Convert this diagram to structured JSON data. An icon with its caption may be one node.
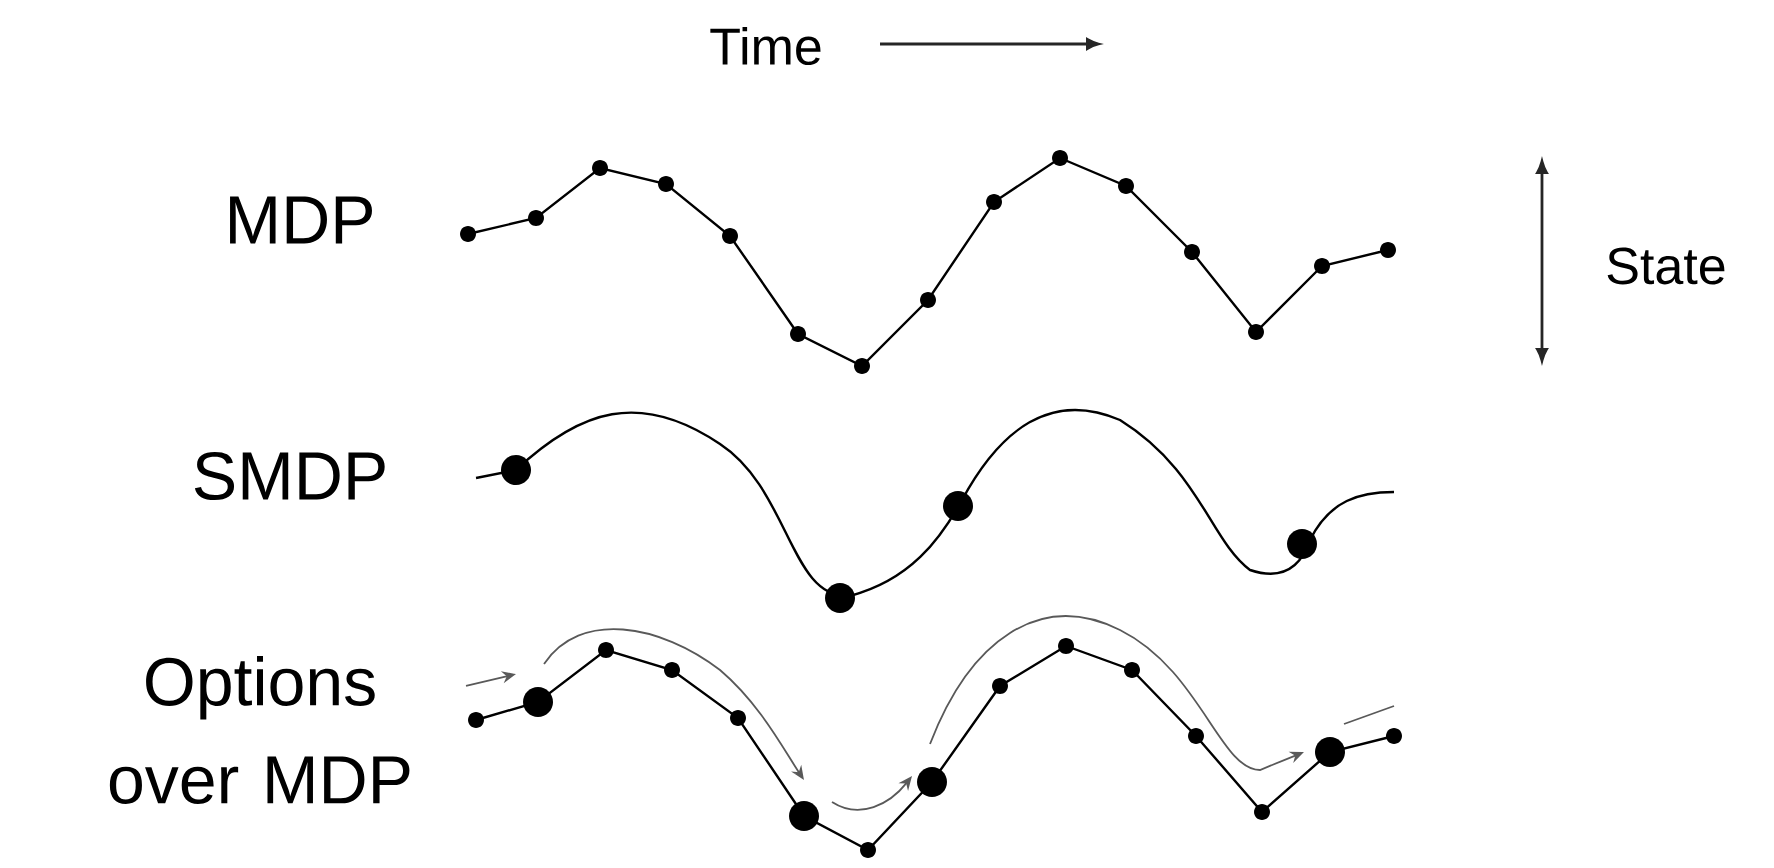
{
  "diagram": {
    "labels": [
      "Time",
      "MDP",
      "State",
      "SMDP",
      "Options over MDP"
    ]
  }
}
